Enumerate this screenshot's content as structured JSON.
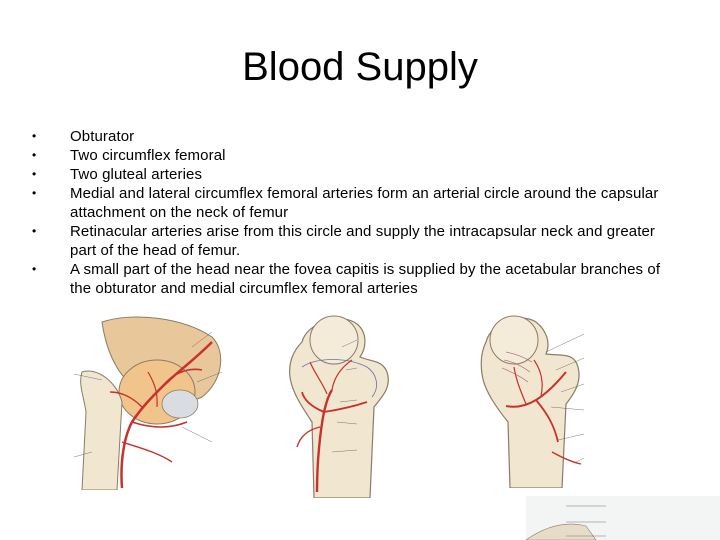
{
  "title": "Blood Supply",
  "bullets": [
    "Obturator",
    "Two circumflex femoral",
    "Two gluteal arteries",
    "Medial and lateral circumflex femoral arteries form an arterial circle around the capsular attachment on the neck of femur",
    "Retinacular arteries arise from this circle and supply the intracapsular neck and greater part of the head of femur.",
    "A small part of the head near the fovea capitis is supplied by the acetabular branches of the obturator and medial circumflex femoral arteries"
  ],
  "colors": {
    "artery": "#c8322d",
    "bone": "#f1e6cf",
    "bone_outline": "#8a7c66",
    "vein": "#6a6fb0"
  }
}
